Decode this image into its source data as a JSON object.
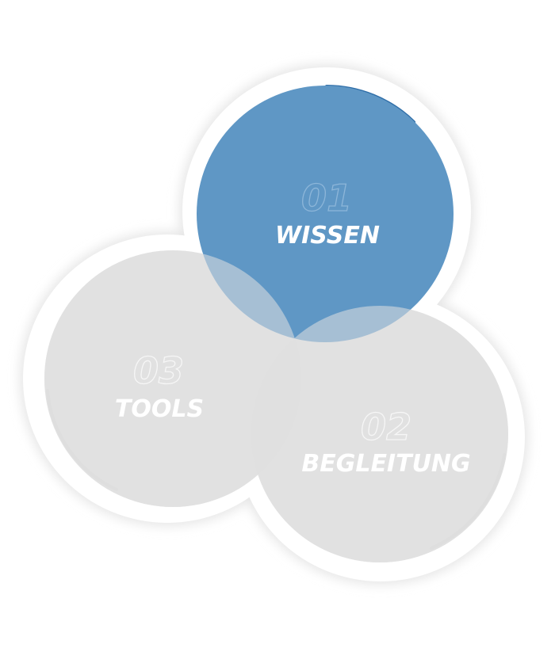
{
  "diagram": {
    "circles": [
      {
        "id": "wissen",
        "number": "01",
        "label": "WISSEN",
        "active": true
      },
      {
        "id": "begleitung",
        "number": "02",
        "label": "BEGLEITUNG",
        "active": false
      },
      {
        "id": "tools",
        "number": "03",
        "label": "TOOLS",
        "active": false
      }
    ]
  },
  "colors": {
    "active_fill": "#5F97C5",
    "inactive_fill": "#E0E0E0",
    "accent_arc_active": "#2F6EA8",
    "accent_arc_inactive": "#A9A9A9",
    "ring": "#FFFFFF",
    "shadow": "#E6E6E6"
  }
}
